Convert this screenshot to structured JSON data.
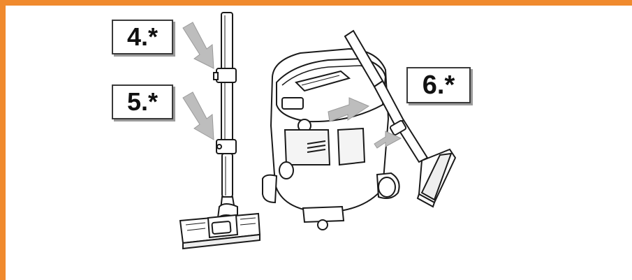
{
  "frame": {
    "accent_color": "#F08A2E"
  },
  "labels": {
    "step4": "4.*",
    "step5": "5.*",
    "step6": "6.*"
  },
  "illustration": {
    "left_subject": "vacuum-wand-with-floor-nozzle",
    "right_subject": "wet-dry-vacuum-cleaner-with-hose",
    "pointer_color": "#bdbdbd"
  }
}
